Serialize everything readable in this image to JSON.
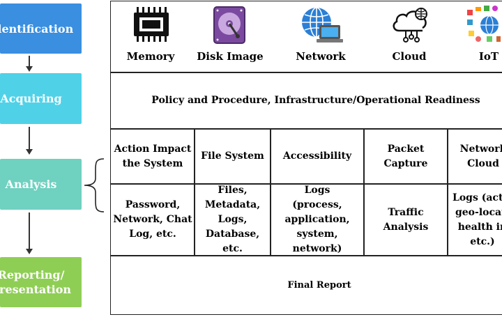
{
  "stages": [
    {
      "label": "Identification"
    },
    {
      "label": "Acquiring"
    },
    {
      "label": "Analysis"
    },
    {
      "label_lines": [
        "Reporting/",
        "Presentation"
      ]
    }
  ],
  "sources": [
    {
      "label": "Memory",
      "icon": "memory-chip-icon"
    },
    {
      "label": "Disk Image",
      "icon": "disk-image-icon"
    },
    {
      "label": "Network",
      "icon": "network-globe-icon"
    },
    {
      "label": "Cloud",
      "icon": "cloud-icon"
    },
    {
      "label": "IoT",
      "icon": "iot-icon"
    }
  ],
  "policy_row": "Policy and Procedure, Infrastructure/Operational Readiness",
  "analysis_headers": [
    [
      "Action Impact",
      "the System"
    ],
    [
      "File System"
    ],
    [
      "Accessibility"
    ],
    [
      "Packet Capture"
    ],
    [
      "Network",
      "Cloud"
    ]
  ],
  "analysis_details": [
    [
      "Password,",
      "Network, Chat",
      "Log, etc."
    ],
    [
      "Files,",
      "Metadata,",
      "Logs,",
      "Database, etc."
    ],
    [
      "Logs",
      "(process,",
      "application,",
      "system, network)"
    ],
    [
      "Traffic Analysis"
    ],
    [
      "Logs (activ",
      "geo-locati",
      "health in",
      "etc.)"
    ]
  ],
  "final_report": "Final Report"
}
